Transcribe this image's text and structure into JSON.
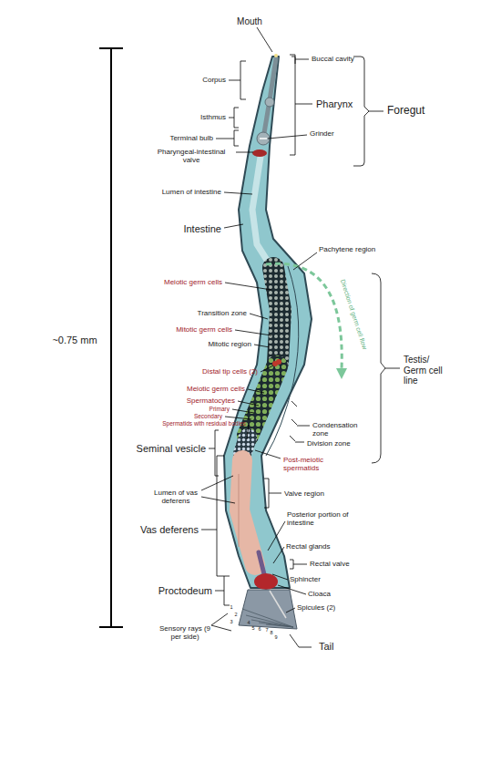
{
  "diagram": {
    "labels": [
      "Mouth",
      "Buccal cavity",
      "Corpus",
      "Pharynx",
      "Foregut",
      "Isthmus",
      "Grinder",
      "Terminal bulb",
      "Pharyngeal-intestinal valve",
      "Lumen of intestine",
      "Intestine",
      "Pachytene region",
      "Direction of germ cell flow",
      "Meiotic germ cells",
      "Transition zone",
      "Mitotic germ cells",
      "Mitotic region",
      "Testis/ Germ cell line",
      "Distal tip cells (2)",
      "Meiotic germ cells",
      "Spermatocytes",
      "Primary",
      "Secondary",
      "Spermatids with residual bodies",
      "Condensation zone",
      "Division zone",
      "Seminal vesicle",
      "Post-meiotic spermatids",
      "Lumen of vas deferens",
      "Valve region",
      "Vas deferens",
      "Posterior portion of intestine",
      "Rectal glands",
      "Rectal valve",
      "Sphincter",
      "Proctodeum",
      "Cloaca",
      "Spicules (2)",
      "Sensory rays (9 per side)",
      "Tail",
      "~0.75 mm",
      "1",
      "2",
      "3",
      "4",
      "5",
      "6",
      "7",
      "8",
      "9"
    ]
  }
}
